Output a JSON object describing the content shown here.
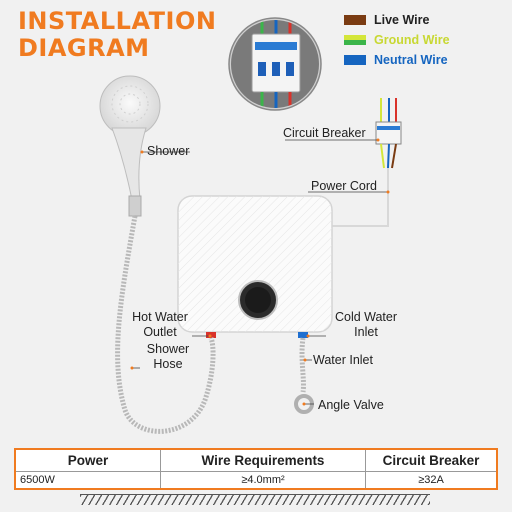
{
  "title": {
    "line1": "INSTALLATION",
    "line2": "DIAGRAM"
  },
  "legend": [
    {
      "label": "Live Wire",
      "color": "#7a3b12"
    },
    {
      "label": "Ground Wire",
      "color": "#d4e63a"
    },
    {
      "label": "Neutral Wire",
      "color": "#1565c0"
    }
  ],
  "callouts": {
    "circuit_breaker": "Circuit Breaker",
    "power_cord": "Power Cord",
    "shower": "Shower",
    "hot_water_outlet": "Hot Water\nOutlet",
    "cold_water_inlet": "Cold Water\nInlet",
    "shower_hose": "Shower\nHose",
    "water_inlet": "Water Inlet",
    "angle_valve": "Angle Valve"
  },
  "table": {
    "headers": [
      "Power",
      "Wire Requirements",
      "Circuit Breaker"
    ],
    "row": [
      "6500W",
      "≥4.0mm²",
      "≥32A"
    ]
  },
  "colors": {
    "accent": "#f07b20",
    "hot": "#d9322a",
    "cold": "#1f6fd0"
  }
}
